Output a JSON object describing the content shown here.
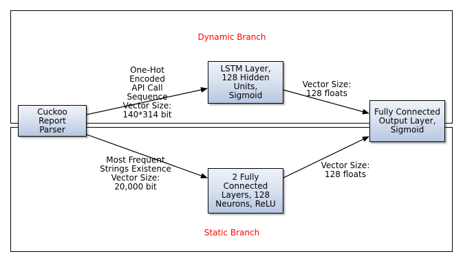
{
  "branches": {
    "dynamic": {
      "title": "Dynamic Branch",
      "title_color": "#ff0000"
    },
    "static": {
      "title": "Static Branch",
      "title_color": "#ff0000"
    }
  },
  "nodes": {
    "parser": {
      "label": "Cuckoo\nReport\nParser"
    },
    "lstm": {
      "label": "LSTM Layer,\n128 Hidden\nUnits,\nSigmoid"
    },
    "dense": {
      "label": "2 Fully\nConnected\nLayers, 128\nNeurons, ReLU"
    },
    "output": {
      "label": "Fully Connected\nOutput Layer,\nSigmoid"
    }
  },
  "edges": {
    "parser_to_lstm": {
      "label": "One-Hot\nEncoded\nAPI Call\nSequence\nVector Size:\n140*314 bit"
    },
    "lstm_to_output": {
      "label": "Vector Size:\n128 floats"
    },
    "parser_to_dense": {
      "label": "Most Frequent\nStrings Existence\nVector Size:\n20,000 bit"
    },
    "dense_to_output": {
      "label": "Vector Size:\n128 floats"
    }
  },
  "colors": {
    "node_fill_top": "#eef2f9",
    "node_fill_bottom": "#b7c7e2",
    "line": "#000000"
  }
}
